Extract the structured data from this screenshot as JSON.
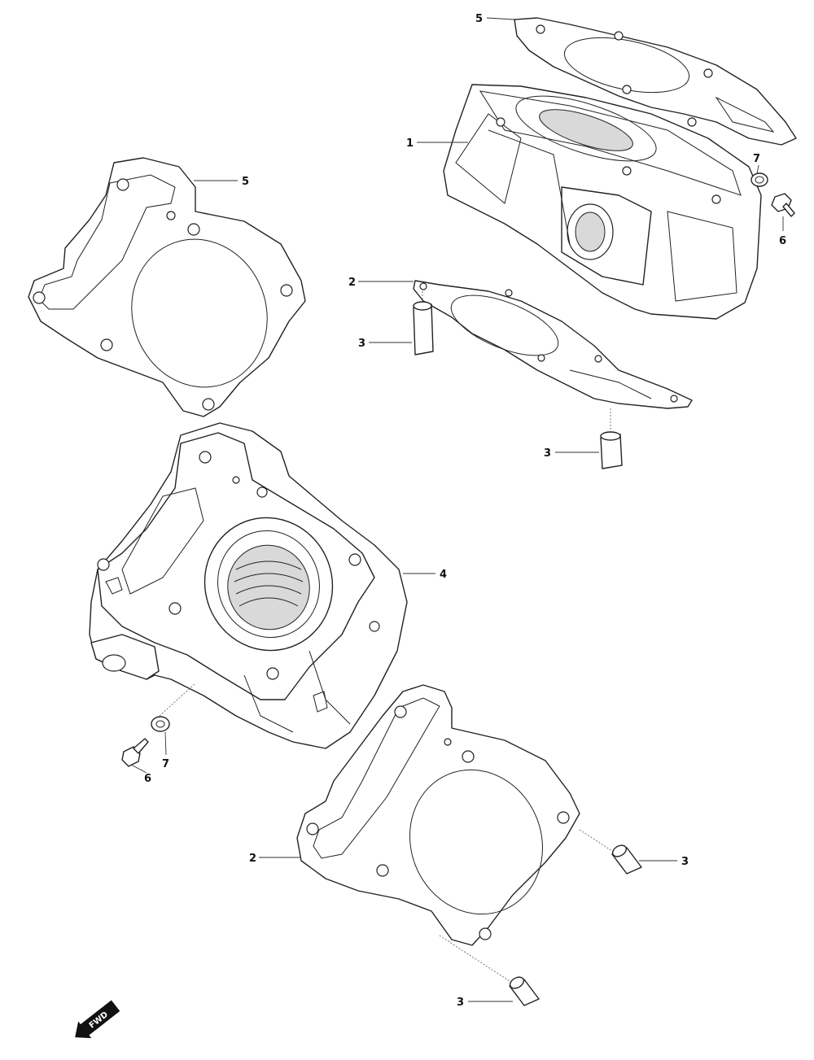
{
  "callouts": [
    {
      "id": "c5-top",
      "text": "5"
    },
    {
      "id": "c1",
      "text": "1"
    },
    {
      "id": "c7-top",
      "text": "7"
    },
    {
      "id": "c6-top",
      "text": "6"
    },
    {
      "id": "c5-left",
      "text": "5"
    },
    {
      "id": "c2-top",
      "text": "2"
    },
    {
      "id": "c3-a",
      "text": "3"
    },
    {
      "id": "c3-b",
      "text": "3"
    },
    {
      "id": "c4",
      "text": "4"
    },
    {
      "id": "c7-bottom",
      "text": "7"
    },
    {
      "id": "c6-bottom",
      "text": "6"
    },
    {
      "id": "c2-bottom",
      "text": "2"
    },
    {
      "id": "c3-c",
      "text": "3"
    },
    {
      "id": "c3-d",
      "text": "3"
    }
  ],
  "direction_badge": {
    "text": "FWD"
  },
  "colors": {
    "line": "#222222",
    "background": "#ffffff",
    "badge": "#111111"
  }
}
